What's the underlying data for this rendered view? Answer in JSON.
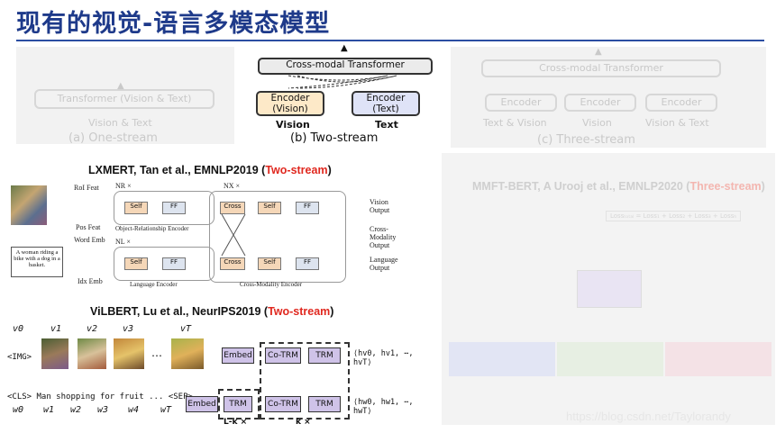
{
  "page": {
    "title": "现有的视觉-语言多模态模型"
  },
  "one_stream": {
    "box": "Transformer (Vision & Text)",
    "input": "Vision & Text",
    "caption": "(a) One-stream"
  },
  "two_stream": {
    "cross": "Cross-modal Transformer",
    "enc_vision": "Encoder\n(Vision)",
    "enc_text": "Encoder\n(Text)",
    "in_vision": "Vision",
    "in_text": "Text",
    "caption": "(b) Two-stream"
  },
  "three_stream": {
    "cross": "Cross-modal Transformer",
    "encoders": [
      "Encoder",
      "Encoder",
      "Encoder"
    ],
    "inputs": [
      "Text & Vision",
      "Vision",
      "Vision & Text"
    ],
    "caption": "(c) Three-stream"
  },
  "lxmert": {
    "title_main": "LXMERT, Tan et al., EMNLP2019 (",
    "title_tag": "Two-stream",
    "title_end": ")",
    "roi_feat": "RoI Feat",
    "pos_feat": "Pos Feat",
    "word_emb": "Word Emb",
    "idx_emb": "Idx Emb",
    "nr": "NR ×",
    "nl": "NL ×",
    "nx": "NX ×",
    "self": "Self",
    "ff": "FF",
    "cross": "Cross",
    "obj_enc": "Object-Relationship Encoder",
    "lang_enc": "Language Encoder",
    "cm_enc": "Cross-Modality Encoder",
    "vision_out": "Vision Output",
    "cm_out": "Cross-Modality Output",
    "lang_out": "Language Output",
    "text_input": "A woman riding a bike with a dog in a basket."
  },
  "vilbert": {
    "title_main": "ViLBERT, Lu et al., NeurIPS2019 (",
    "title_tag": "Two-stream",
    "title_end": ")",
    "v_tokens": [
      "v0",
      "v1",
      "v2",
      "v3",
      "vT"
    ],
    "img_token": "<IMG>",
    "text_tokens": "<CLS> Man shopping for fruit ... <SEP>",
    "w_tokens": [
      "w0",
      "w1",
      "w2",
      "w3",
      "w4",
      "wT"
    ],
    "embed": "Embed",
    "co_trm": "Co-TRM",
    "trm": "TRM",
    "out_v": "⟨hv0, hv1, ⋯, hvT⟩",
    "out_w": "⟨hw0, hw1, ⋯, hwT⟩",
    "lk": "L-k ×",
    "k": "k ×"
  },
  "mmft": {
    "title_main": "MMFT-BERT, A Urooj et al., EMNLP2020 (",
    "title_tag": "Three-stream",
    "title_end": ")",
    "loss": "Lossₜₒₜₐₗ = Loss₁ + Loss₂ + Loss₃ + Lossₕ"
  },
  "watermark": "https://blog.csdn.net/Taylorandy",
  "colors": {
    "title": "#1e3a8a",
    "accent_red": "#e0281f",
    "vision_box": "#fde9c8",
    "text_box": "#dfe3f7"
  }
}
